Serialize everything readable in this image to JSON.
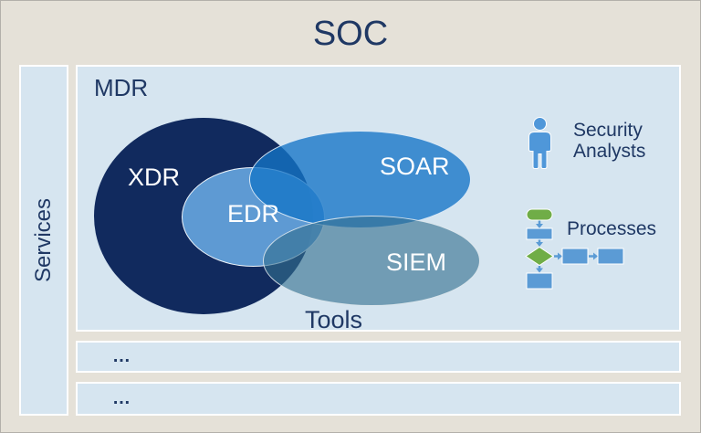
{
  "title": "SOC",
  "sidebar": {
    "label": "Services"
  },
  "mdr": {
    "label": "MDR",
    "tools_label": "Tools",
    "venn": {
      "xdr": "XDR",
      "edr": "EDR",
      "soar": "SOAR",
      "siem": "SIEM"
    },
    "analysts_label": "Security Analysts",
    "processes_label": "Processes"
  },
  "rows": [
    {
      "label": "…"
    },
    {
      "label": "…"
    }
  ],
  "colors": {
    "background": "#e5e1d8",
    "panel": "#d6e5f0",
    "heading_text": "#1f3864",
    "xdr_fill": "#112a5e",
    "edr_fill": "#5b9bd5",
    "soar_fill": "#1575c7",
    "siem_fill": "#347090",
    "flow_green": "#70ad47",
    "icon_blue": "#4f97d9",
    "label_white": "#ffffff"
  }
}
